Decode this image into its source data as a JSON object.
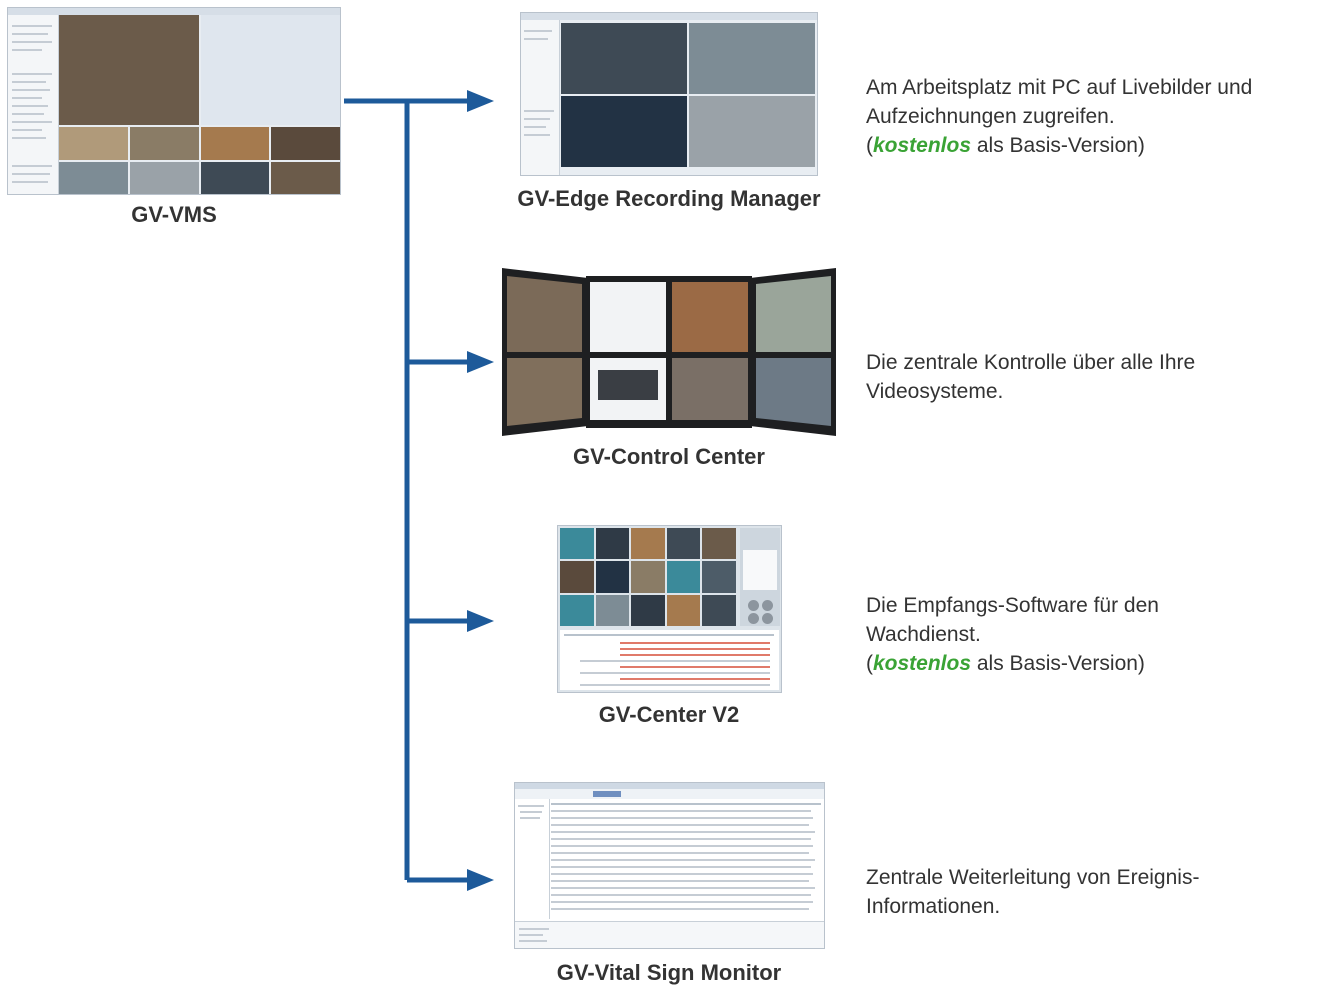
{
  "products": [
    {
      "caption": "GV-VMS",
      "screenshot_icon": "gv-vms-screenshot"
    },
    {
      "caption": "GV-Edge Recording Manager",
      "screenshot_icon": "gv-edge-recording-manager-screenshot",
      "description": {
        "lines": [
          "Am Arbeitsplatz mit PC auf Livebilder und",
          "Aufzeichnungen zugreifen."
        ],
        "open": "(",
        "highlight": "kostenlos",
        "rest": " als Basis-Version)"
      }
    },
    {
      "caption": "GV-Control Center",
      "screenshot_icon": "gv-control-center-monitor-wall",
      "description": {
        "lines": [
          "Die zentrale Kontrolle über alle Ihre",
          "Videosysteme."
        ]
      }
    },
    {
      "caption": "GV-Center V2",
      "screenshot_icon": "gv-center-v2-screenshot",
      "description": {
        "lines": [
          "Die Empfangs-Software für den",
          "Wachdienst."
        ],
        "open": "(",
        "highlight": "kostenlos",
        "rest": " als Basis-Version)"
      }
    },
    {
      "caption": "GV-Vital Sign Monitor",
      "screenshot_icon": "gv-vital-sign-monitor-screenshot",
      "description": {
        "lines": [
          "Zentrale Weiterleitung von Ereignis-",
          "Informationen."
        ]
      }
    }
  ],
  "colors": {
    "connector": "#1d5a9a",
    "highlight": "#3aa335",
    "text": "#333333"
  }
}
